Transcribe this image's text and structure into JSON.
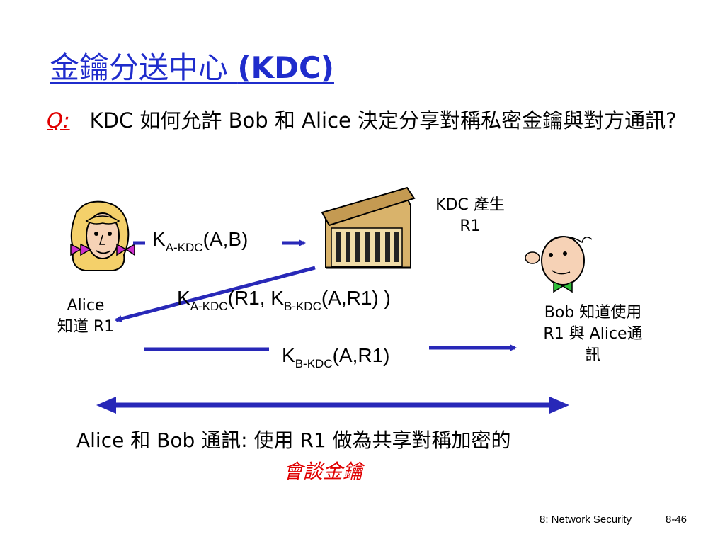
{
  "title": {
    "zh": "金鑰分送中心 ",
    "kdc": "(KDC)"
  },
  "question": {
    "q": "Q:",
    "text": "KDC 如何允許 Bob 和 Alice 決定分享對稱私密金鑰與對方通訊?"
  },
  "diagram": {
    "kdc_label_line1": "KDC 產生",
    "kdc_label_line2": "R1",
    "alice_label_line1": "Alice",
    "alice_label_line2": "知道 R1",
    "bob_label_line1": "Bob 知道使用",
    "bob_label_line2": "R1 與 Alice通",
    "bob_label_line3": "訊",
    "msg1": {
      "k": "K",
      "sub": "A-KDC",
      "rest": "(A,B)"
    },
    "msg2": {
      "k": "K",
      "sub": "A-KDC",
      "mid": "(R1, K",
      "sub2": "B-KDC",
      "rest": "(A,R1) )"
    },
    "msg3": {
      "k": "K",
      "sub": "B-KDC",
      "rest": "(A,R1)"
    }
  },
  "bottom": {
    "line": "Alice 和 Bob 通訊: 使用 R1 做為共享對稱加密的",
    "session": "會談金鑰"
  },
  "footer": {
    "chapter": "8: Network Security",
    "page": "8-46"
  },
  "colors": {
    "arrow": "#2828b8",
    "title": "#1f2ccc",
    "accent": "#e00000"
  },
  "icons": [
    "alice-face-icon",
    "kdc-building-icon",
    "bob-face-icon"
  ]
}
